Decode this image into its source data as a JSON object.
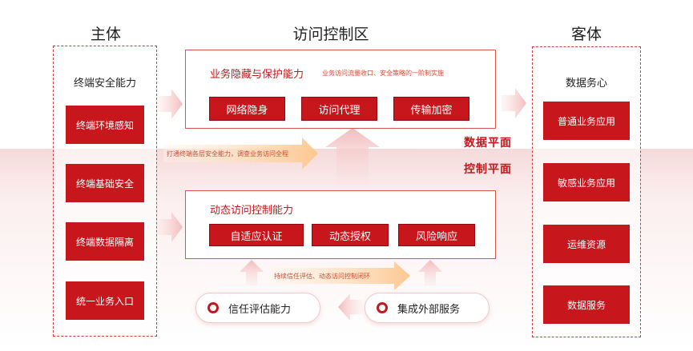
{
  "headings": {
    "subject": "主体",
    "access": "访问控制区",
    "object": "客体"
  },
  "subject": {
    "title": "终端安全能力",
    "items": [
      "终端环境感知",
      "终端基础安全",
      "终端数据隔离",
      "统一业务入口"
    ]
  },
  "concealment": {
    "title": "业务隐藏与保护能力",
    "note": "业务访问流量收口、安全策略的一阶制实施",
    "items": [
      "网络隐身",
      "访问代理",
      "传输加密"
    ]
  },
  "dynamic": {
    "title": "动态访问控制能力",
    "items": [
      "自适应认证",
      "动态授权",
      "风险响应"
    ]
  },
  "notes": {
    "left": "打通终端各层安全能力，调查业务访问全程",
    "bottom": "持续信任评估、动态访问控制闭环"
  },
  "planes": {
    "data": "数据平面",
    "control": "控制平面"
  },
  "pills": {
    "trust": "信任评估能力",
    "external": "集成外部服务"
  },
  "object": {
    "title": "数据务心",
    "items": [
      "普通业务应用",
      "敏感业务应用",
      "运维资源",
      "数据服务"
    ]
  },
  "colors": {
    "primary": "#c8161d",
    "arrow": "#f3c4c4",
    "note_arrow": "#fde3c8"
  }
}
